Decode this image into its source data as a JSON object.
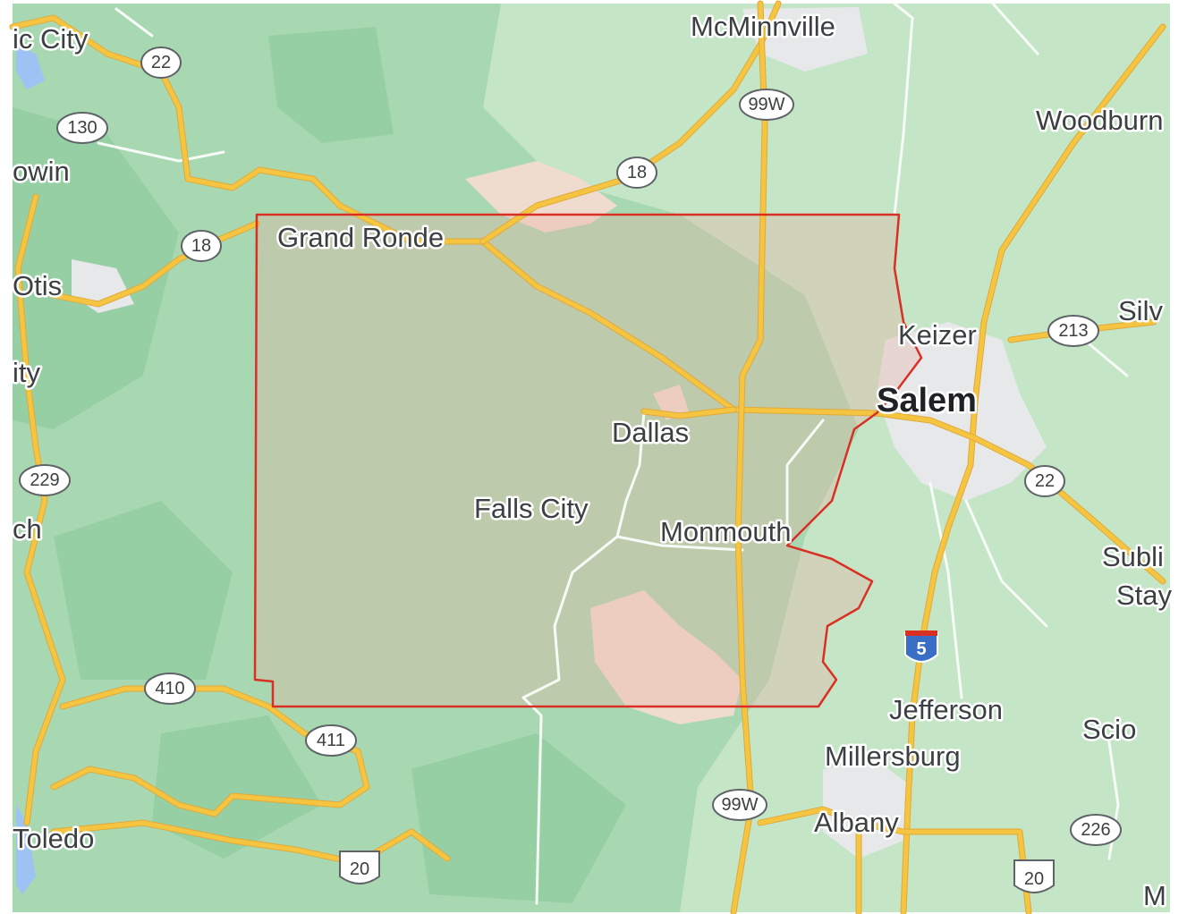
{
  "map": {
    "colors": {
      "forest": "#a8d8b1",
      "forest_dark": "#94cea2",
      "valley": "#c7e6c9",
      "urban": "#e8eaed",
      "farmland": "#f1dfd2",
      "highway": "#f5c542",
      "local_road": "#ffffff",
      "county_border": "#d93025",
      "county_fill": "#e9b3a3",
      "water": "#8ab4f8"
    },
    "labels": {
      "mcminnville": "McMinnville",
      "woodburn": "Woodburn",
      "keizer": "Keizer",
      "salem": "Salem",
      "silverton": "Silv",
      "grand_ronde": "Grand Ronde",
      "dallas": "Dallas",
      "falls_city": "Falls City",
      "monmouth": "Monmouth",
      "sublimity": "Subli",
      "stayton": "Stay",
      "jefferson": "Jefferson",
      "scio": "Scio",
      "millersburg": "Millersburg",
      "albany": "Albany",
      "toledo": "Toledo",
      "city_top_left": "ic City",
      "baldwin": "owin",
      "otis": "Otis",
      "city_left": "ity",
      "ch_left": "ch",
      "m_corner": "M"
    },
    "shields": {
      "r22_top": "22",
      "r130": "130",
      "r18_left": "18",
      "r18_top": "18",
      "r99w_top": "99W",
      "r213": "213",
      "r229": "229",
      "r22_right": "22",
      "i5": "5",
      "r410": "410",
      "r411": "411",
      "r99w_bottom": "99W",
      "us20_left": "20",
      "r226": "226",
      "us20_right": "20"
    }
  }
}
